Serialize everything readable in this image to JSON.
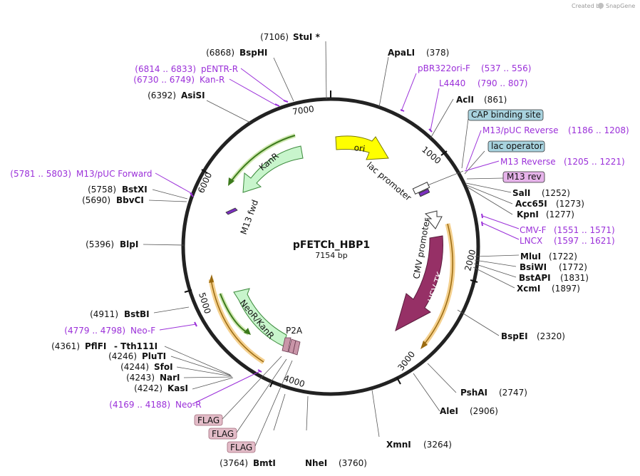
{
  "credit": "Created by",
  "credit_app": "SnapGene",
  "plasmid": {
    "name": "pFETCh_HBP1",
    "size": "7154 bp"
  },
  "ticks": [
    "1000",
    "2000",
    "3000",
    "4000",
    "5000",
    "6000",
    "7000"
  ],
  "sites": [
    {
      "name": "StuI *",
      "pos": "(7106)"
    },
    {
      "name": "BspHI",
      "pos": "(6868)"
    },
    {
      "name": "AsiSI",
      "pos": "(6392)"
    },
    {
      "name": "BstXI",
      "pos": "(5758)"
    },
    {
      "name": "BbvCI",
      "pos": "(5690)"
    },
    {
      "name": "BlpI",
      "pos": "(5396)"
    },
    {
      "name": "BstBI",
      "pos": "(4911)"
    },
    {
      "name": "PflFI",
      "pos": "(4361)"
    },
    {
      "name": "- Tth111I",
      "pos": ""
    },
    {
      "name": "PluTI",
      "pos": "(4246)"
    },
    {
      "name": "SfoI",
      "pos": "(4244)"
    },
    {
      "name": "NarI",
      "pos": "(4243)"
    },
    {
      "name": "KasI",
      "pos": "(4242)"
    },
    {
      "name": "BmtI",
      "pos": "(3764)"
    },
    {
      "name": "NheI",
      "pos": "(3760)"
    },
    {
      "name": "XmnI",
      "pos": "(3264)"
    },
    {
      "name": "AleI",
      "pos": "(2906)"
    },
    {
      "name": "PshAI",
      "pos": "(2747)"
    },
    {
      "name": "BspEI",
      "pos": "(2320)"
    },
    {
      "name": "XcmI",
      "pos": "(1897)"
    },
    {
      "name": "BstAPI",
      "pos": "(1831)"
    },
    {
      "name": "BsiWI",
      "pos": "(1772)"
    },
    {
      "name": "MluI",
      "pos": "(1722)"
    },
    {
      "name": "KpnI",
      "pos": "(1277)"
    },
    {
      "name": "Acc65I",
      "pos": "(1273)"
    },
    {
      "name": "SalI",
      "pos": "(1252)"
    },
    {
      "name": "AclI",
      "pos": "(861)"
    },
    {
      "name": "ApaLI",
      "pos": "(378)"
    }
  ],
  "primers": [
    {
      "name": "pENTR-R",
      "range": "(6814 .. 6833)"
    },
    {
      "name": "Kan-R",
      "range": "(6730 .. 6749)"
    },
    {
      "name": "M13/pUC Forward",
      "range": "(5781 .. 5803)"
    },
    {
      "name": "Neo-F",
      "range": "(4779 .. 4798)"
    },
    {
      "name": "Neo-R",
      "range": "(4169 .. 4188)"
    },
    {
      "name": "pBR322ori-F",
      "range": "(537 .. 556)"
    },
    {
      "name": "L4440",
      "range": "(790 .. 807)"
    },
    {
      "name": "M13/pUC Reverse",
      "range": "(1186 .. 1208)"
    },
    {
      "name": "M13 Reverse",
      "range": "(1205 .. 1221)"
    },
    {
      "name": "CMV-F",
      "range": "(1551 .. 1571)"
    },
    {
      "name": "LNCX",
      "range": "(1597 .. 1621)"
    }
  ],
  "boxed_features": [
    {
      "name": "CAP binding site",
      "color": "#a8d3df"
    },
    {
      "name": "lac operator",
      "color": "#a8d3df"
    },
    {
      "name": "M13 rev",
      "color": "#e6b3ea"
    },
    {
      "name": "FLAG",
      "color": "#e3bcc8"
    },
    {
      "name": "FLAG",
      "color": "#e3bcc8"
    },
    {
      "name": "FLAG",
      "color": "#e3bcc8"
    }
  ],
  "features": {
    "ori": {
      "name": "ori",
      "color": "#ffff00"
    },
    "kanr": {
      "name": "KanR",
      "color": "#c8f5cc"
    },
    "neokanr": {
      "name": "NeoR/KanR",
      "color": "#c8f5cc"
    },
    "hsvtk": {
      "name": "HSV TK",
      "color": "#963066"
    },
    "lac_promoter": {
      "name": "lac promoter"
    },
    "cmv_promoter": {
      "name": "CMV promoter"
    },
    "m13_fwd": {
      "name": "M13 fwd"
    },
    "p2a": {
      "name": "P2A"
    }
  }
}
